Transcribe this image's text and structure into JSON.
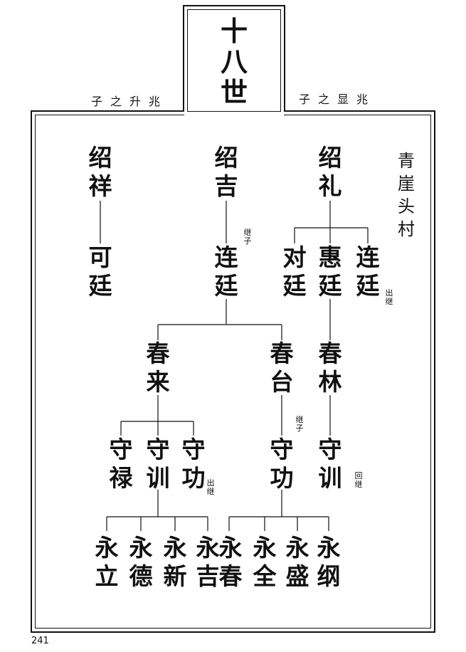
{
  "header": {
    "generation": "十八世",
    "left_label": "子之升兆",
    "right_label": "子之显兆"
  },
  "village": "青崖头村",
  "members": {
    "shaoxiang": "绍祥",
    "shaoji": "绍吉",
    "shaoli": "绍礼",
    "keting": "可廷",
    "lianting_a": "连廷",
    "duiting": "对廷",
    "huiting": "惠廷",
    "lianting_b": "连廷",
    "chunlai": "春来",
    "chuntai": "春台",
    "chunlin": "春林",
    "shoulu": "守禄",
    "shouxun_a": "守训",
    "shougong_a": "守功",
    "shougong_b": "守功",
    "shouxun_b": "守训",
    "yongli": "永立",
    "yongde": "永德",
    "yongxin": "永新",
    "yongji": "永吉",
    "yongchun": "永春",
    "yongquan": "永全",
    "yongsheng": "永盛",
    "yonggang": "永纲"
  },
  "notes": {
    "jizi_1": "继子",
    "chuji_1": "出继",
    "jizi_2": "继子",
    "chuji_2": "出继",
    "huiji": "回继"
  },
  "page_number": "241"
}
